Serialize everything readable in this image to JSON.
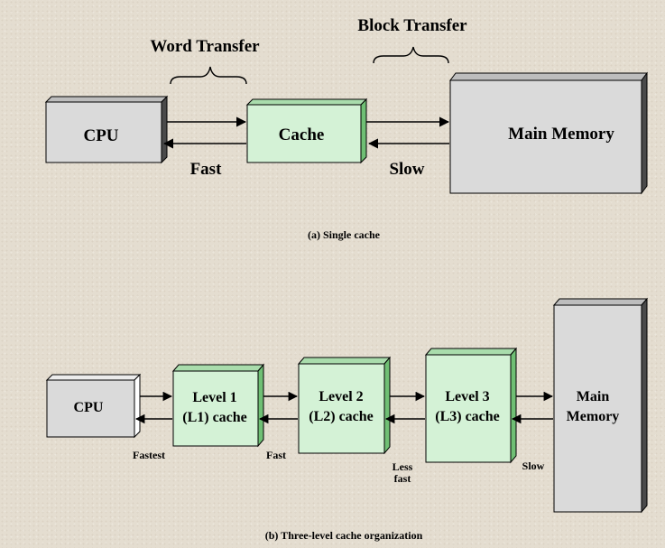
{
  "single_cache": {
    "word_transfer": "Word Transfer",
    "block_transfer": "Block Transfer",
    "cpu": "CPU",
    "cache": "Cache",
    "main_memory": "Main Memory",
    "fast": "Fast",
    "slow": "Slow",
    "caption": "(a) Single cache"
  },
  "three_level": {
    "cpu": "CPU",
    "l1_line1": "Level 1",
    "l1_line2": "(L1) cache",
    "l2_line1": "Level 2",
    "l2_line2": "(L2) cache",
    "l3_line1": "Level 3",
    "l3_line2": "(L3) cache",
    "mem_line1": "Main",
    "mem_line2": "Memory",
    "fastest": "Fastest",
    "fast": "Fast",
    "less_fast_line1": "Less",
    "less_fast_line2": "fast",
    "slow": "Slow",
    "caption": "(b) Three-level cache organization"
  },
  "colors": {
    "grey_face": "#dadada",
    "grey_side": "#4a4a4a",
    "green_face": "#d4f2d6",
    "green_side": "#6fbf74"
  }
}
